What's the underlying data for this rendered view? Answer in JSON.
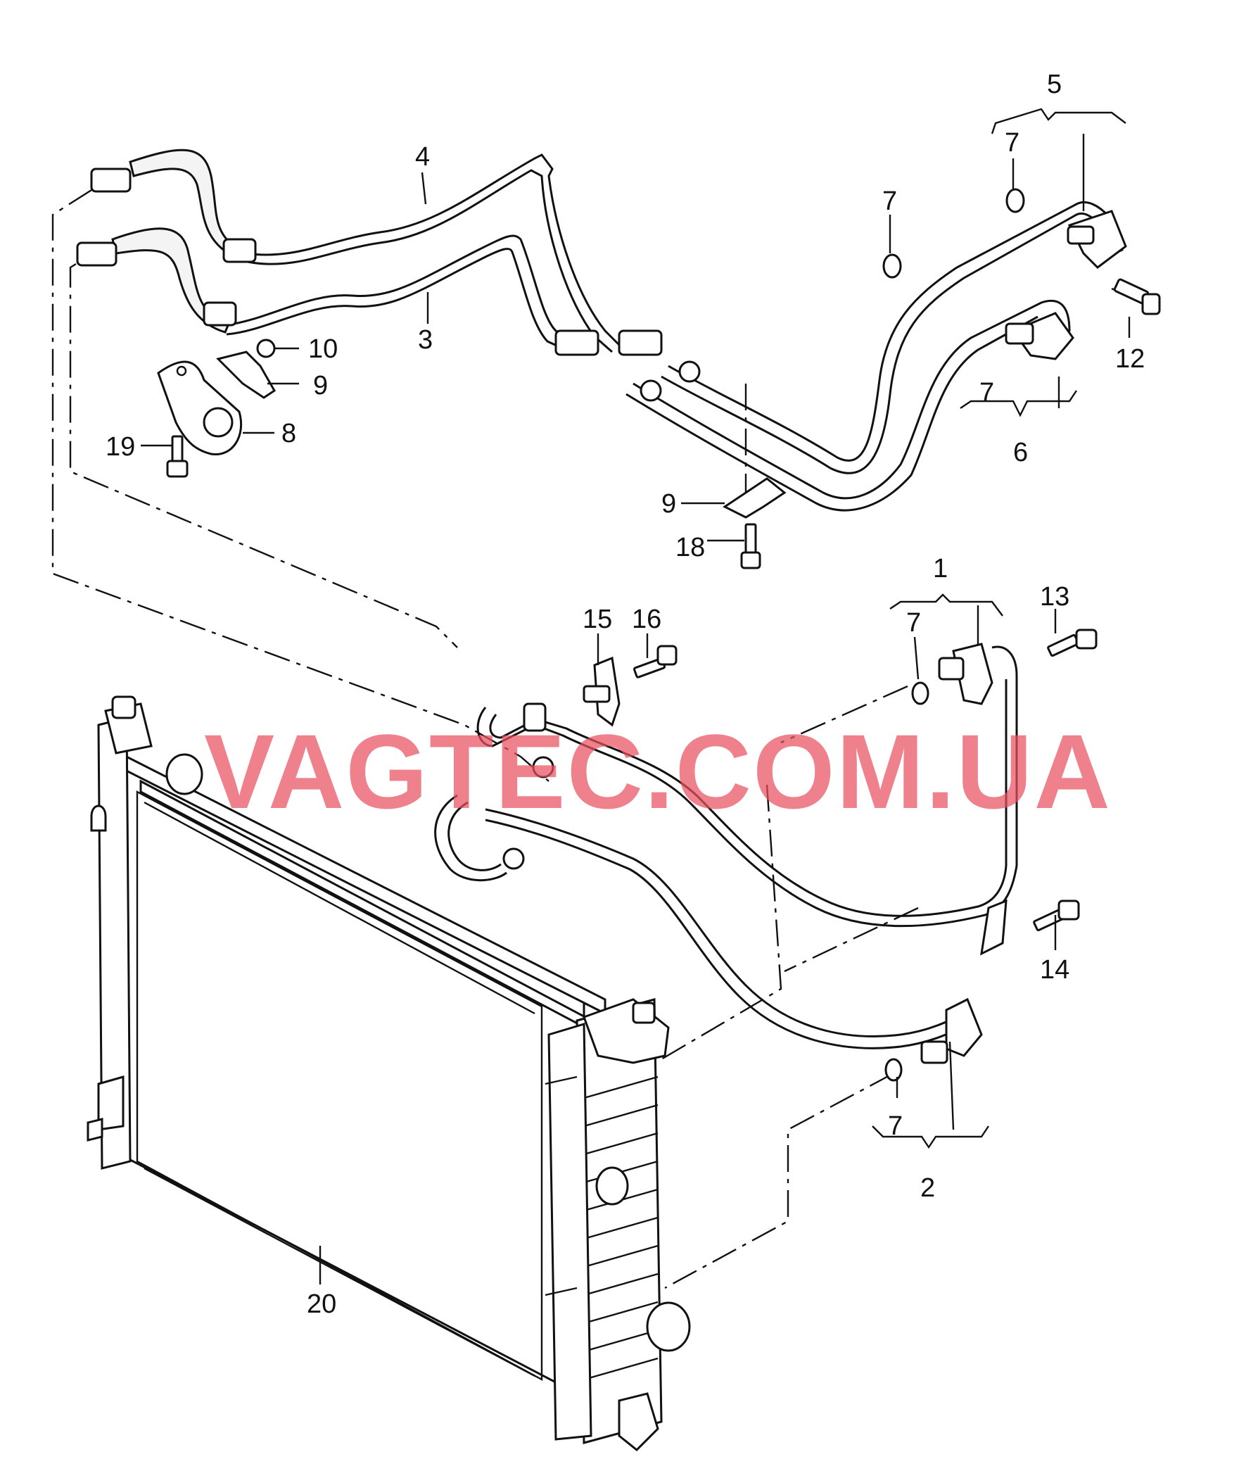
{
  "diagram": {
    "callouts": [
      {
        "id": "c1",
        "text": "1"
      },
      {
        "id": "c2",
        "text": "2"
      },
      {
        "id": "c3",
        "text": "3"
      },
      {
        "id": "c4",
        "text": "4"
      },
      {
        "id": "c5",
        "text": "5"
      },
      {
        "id": "c6",
        "text": "6"
      },
      {
        "id": "c7a",
        "text": "7"
      },
      {
        "id": "c7b",
        "text": "7"
      },
      {
        "id": "c7c",
        "text": "7"
      },
      {
        "id": "c7d",
        "text": "7"
      },
      {
        "id": "c7e",
        "text": "7"
      },
      {
        "id": "c8",
        "text": "8"
      },
      {
        "id": "c9a",
        "text": "9"
      },
      {
        "id": "c9b",
        "text": "9"
      },
      {
        "id": "c10",
        "text": "10"
      },
      {
        "id": "c12",
        "text": "12"
      },
      {
        "id": "c13",
        "text": "13"
      },
      {
        "id": "c14",
        "text": "14"
      },
      {
        "id": "c15",
        "text": "15"
      },
      {
        "id": "c16",
        "text": "16"
      },
      {
        "id": "c18",
        "text": "18"
      },
      {
        "id": "c19",
        "text": "19"
      },
      {
        "id": "c20",
        "text": "20"
      }
    ],
    "watermark": "VAGTEC.COM.UA"
  }
}
